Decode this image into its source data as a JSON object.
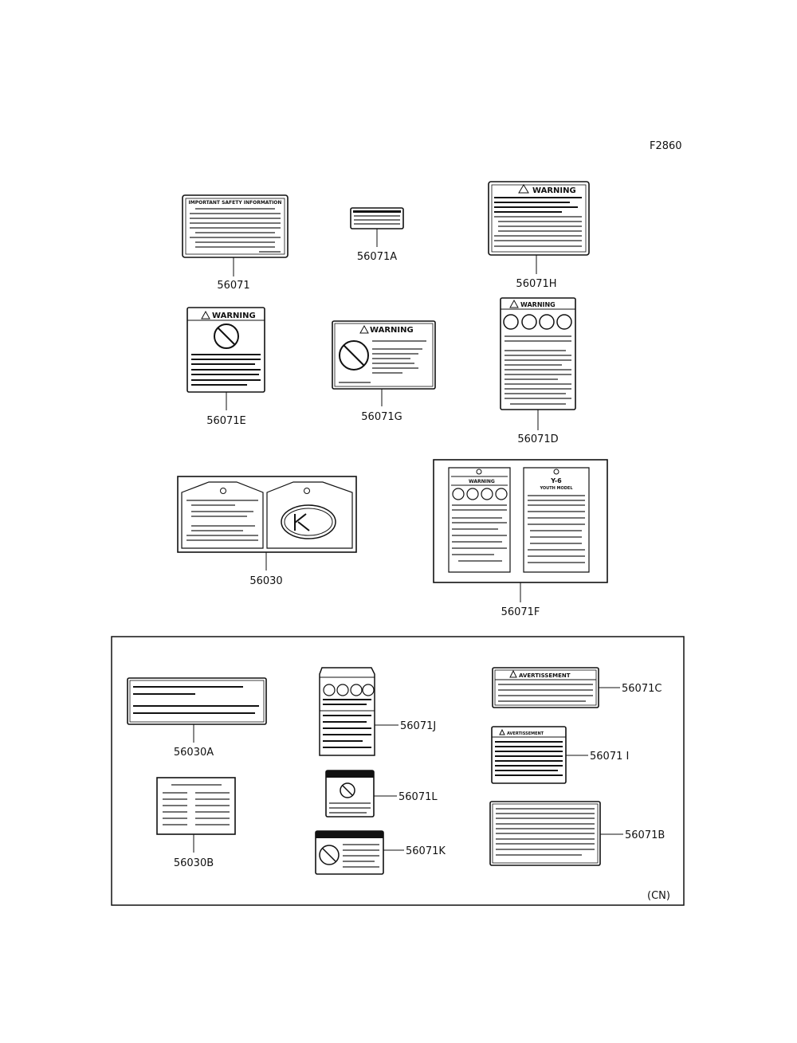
{
  "drawing_code": "F2860",
  "region_code": "(CN)",
  "parts": {
    "p56071": "56071",
    "p56071A": "56071A",
    "p56071H": "56071H",
    "p56071E": "56071E",
    "p56071G": "56071G",
    "p56071D": "56071D",
    "p56030": "56030",
    "p56071F": "56071F",
    "p56030A": "56030A",
    "p56071J": "56071J",
    "p56071C": "56071C",
    "p56071I": "56071 I",
    "p56071L": "56071L",
    "p56071K": "56071K",
    "p56030B": "56030B",
    "p56071B": "56071B"
  },
  "label_text": {
    "warning": "WARNING",
    "avertissement": "AVERTISSEMENT",
    "youth_model": "Y-6",
    "youth_model_sub": "YOUTH MODEL",
    "important": "IMPORTANT SAFETY INFORMATION"
  }
}
